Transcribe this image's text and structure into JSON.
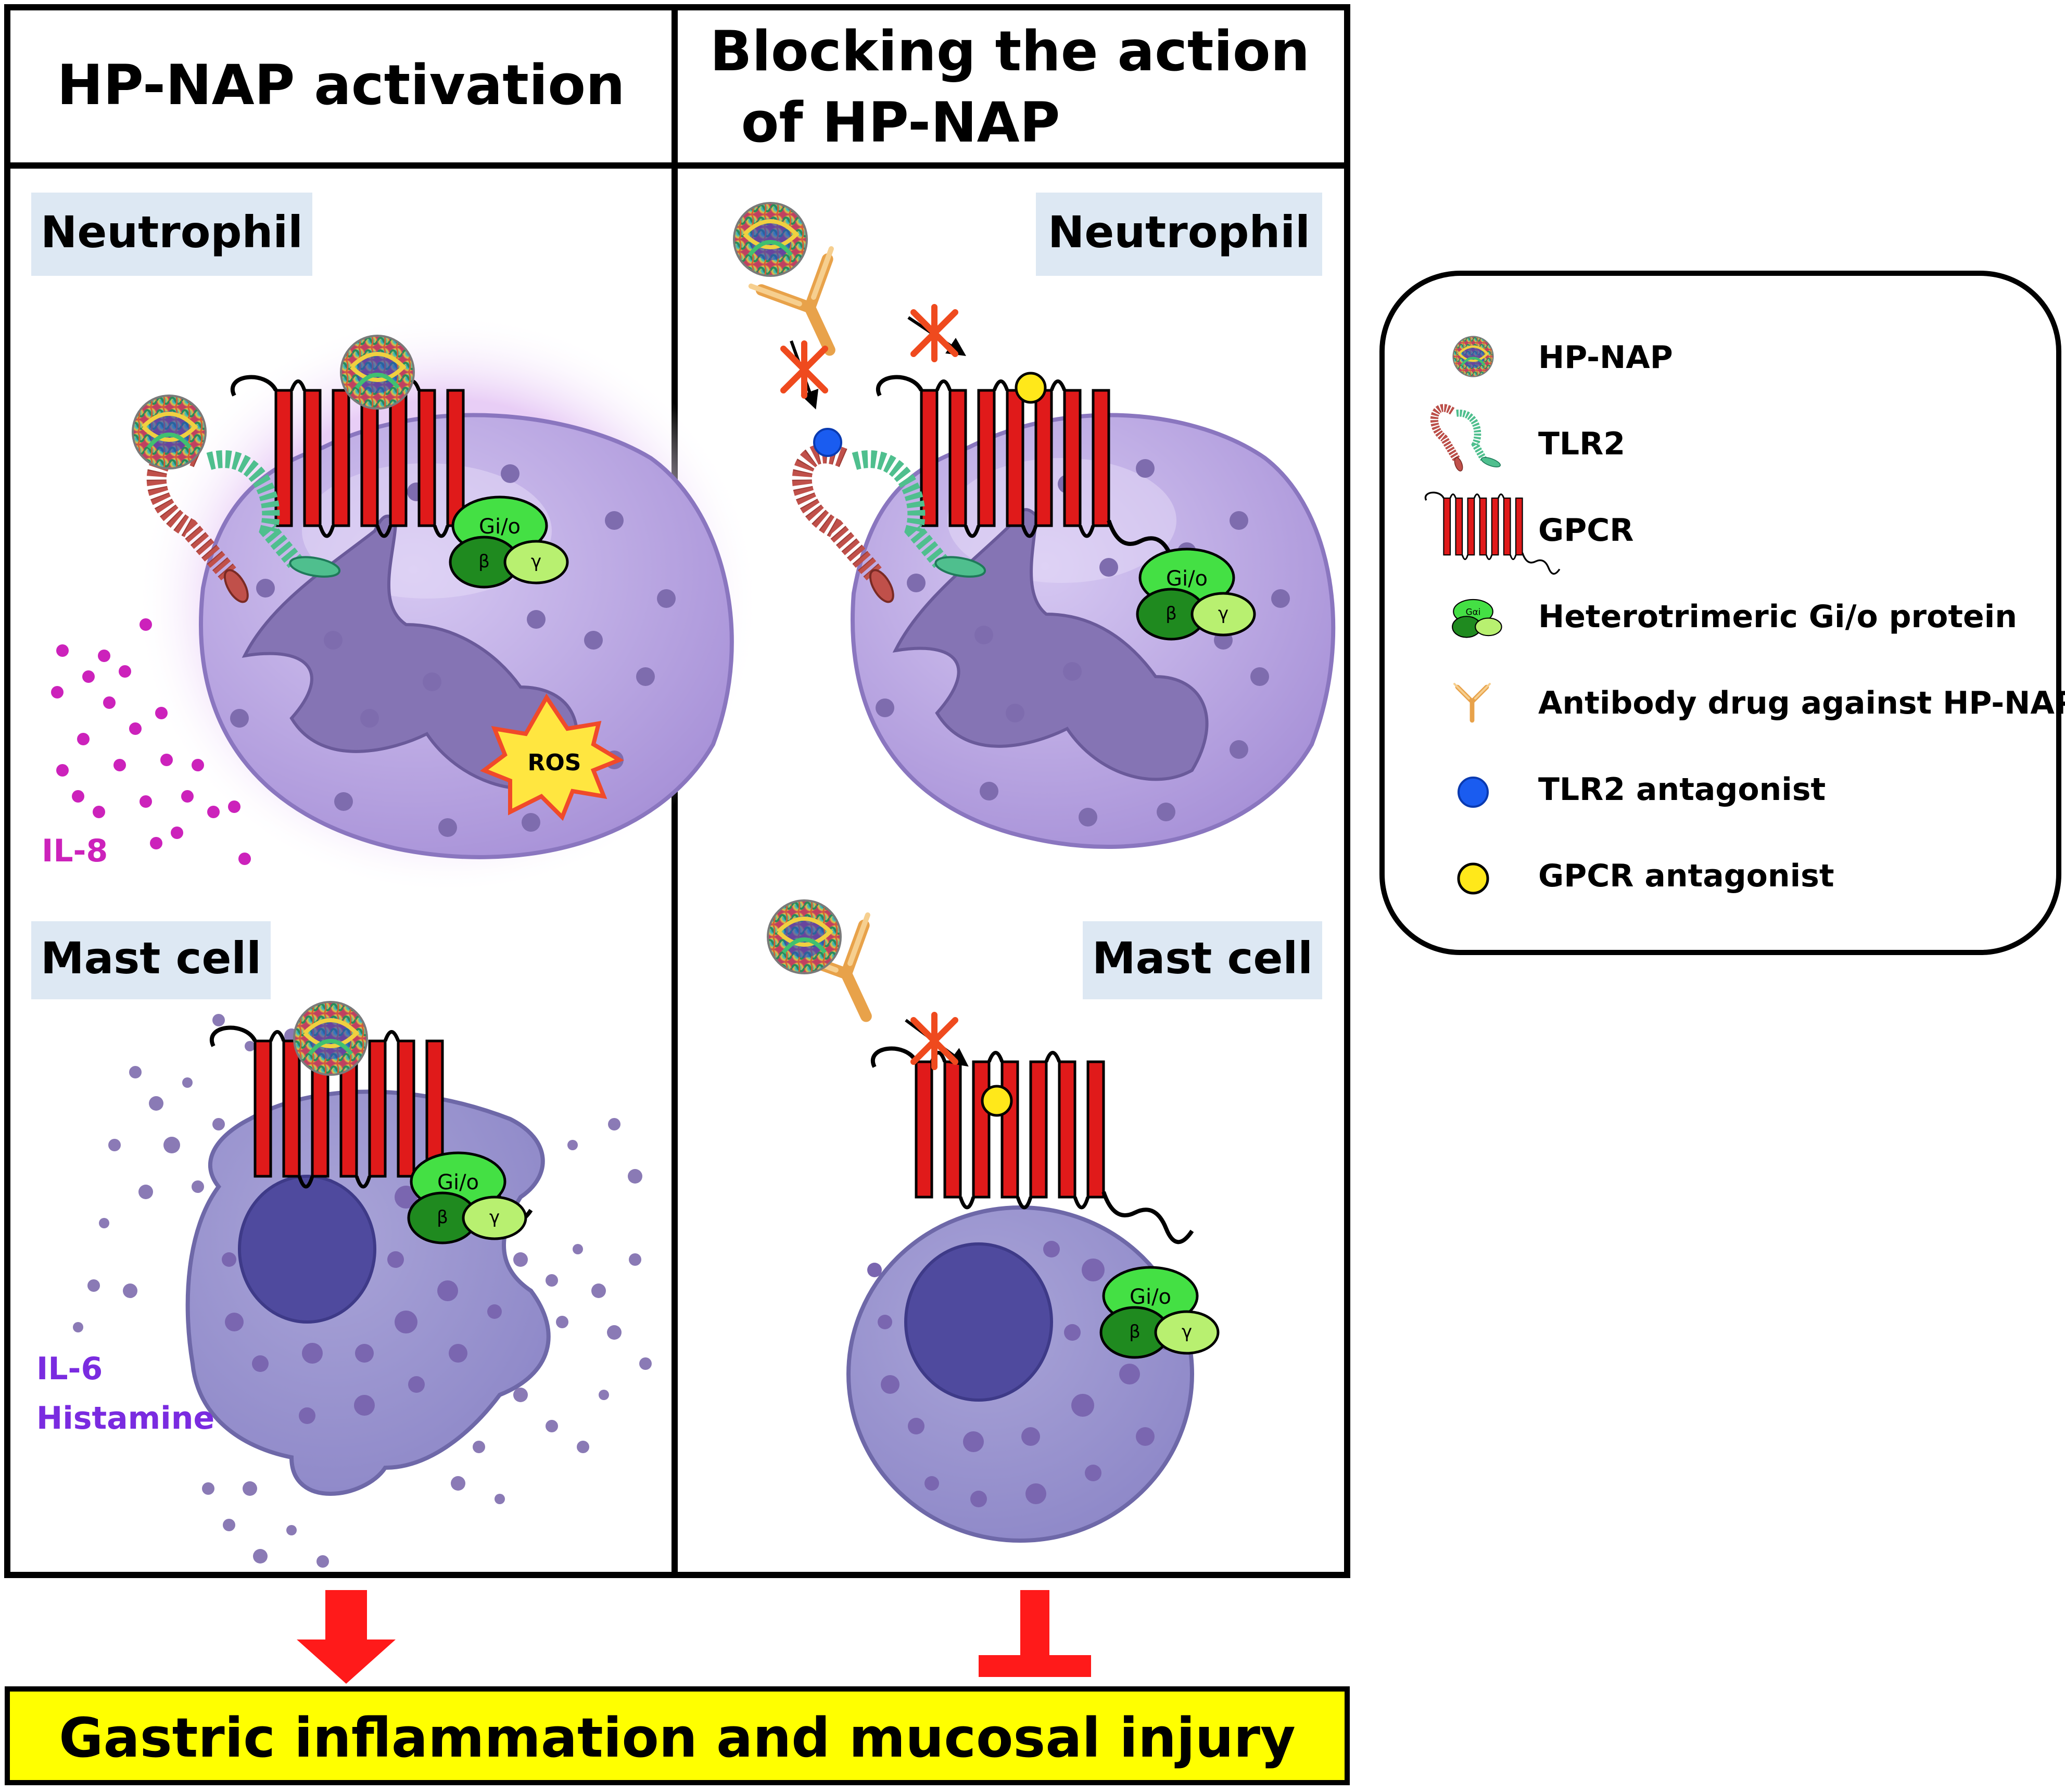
{
  "panels": {
    "left_title": "HP-NAP activation",
    "right_title_line1": "Blocking the action",
    "right_title_line2": "of HP-NAP",
    "neutrophil_label": "Neutrophil",
    "mast_cell_label": "Mast cell"
  },
  "cytokines": {
    "il8": "IL-8",
    "il6": "IL-6",
    "histamine": "Histamine",
    "ros": "ROS"
  },
  "g_protein": {
    "gio": "Gi/o",
    "beta": "β",
    "gamma": "γ",
    "galpha": "Gαi"
  },
  "legend": {
    "items": [
      {
        "icon": "hp-nap",
        "label": "HP-NAP"
      },
      {
        "icon": "tlr2",
        "label": "TLR2"
      },
      {
        "icon": "gpcr",
        "label": "GPCR"
      },
      {
        "icon": "g-protein",
        "label": "Heterotrimeric Gi/o protein"
      },
      {
        "icon": "antibody",
        "label": "Antibody drug against HP-NAP"
      },
      {
        "icon": "tlr2-antagonist",
        "label": "TLR2 antagonist"
      },
      {
        "icon": "gpcr-antagonist",
        "label": "GPCR antagonist"
      }
    ]
  },
  "outcome": "Gastric inflammation and mucosal injury",
  "colors": {
    "receptor_red": "#e01a1a",
    "cell_purple": "#b9a4e0",
    "nucleus_purple": "#4f4a9e",
    "gprotein_green": "#33dd33",
    "il8_magenta": "#cc22bb",
    "il6_purple": "#8a2be2",
    "outcome_yellow": "#ffff00",
    "antibody_orange": "#e8a24a"
  }
}
